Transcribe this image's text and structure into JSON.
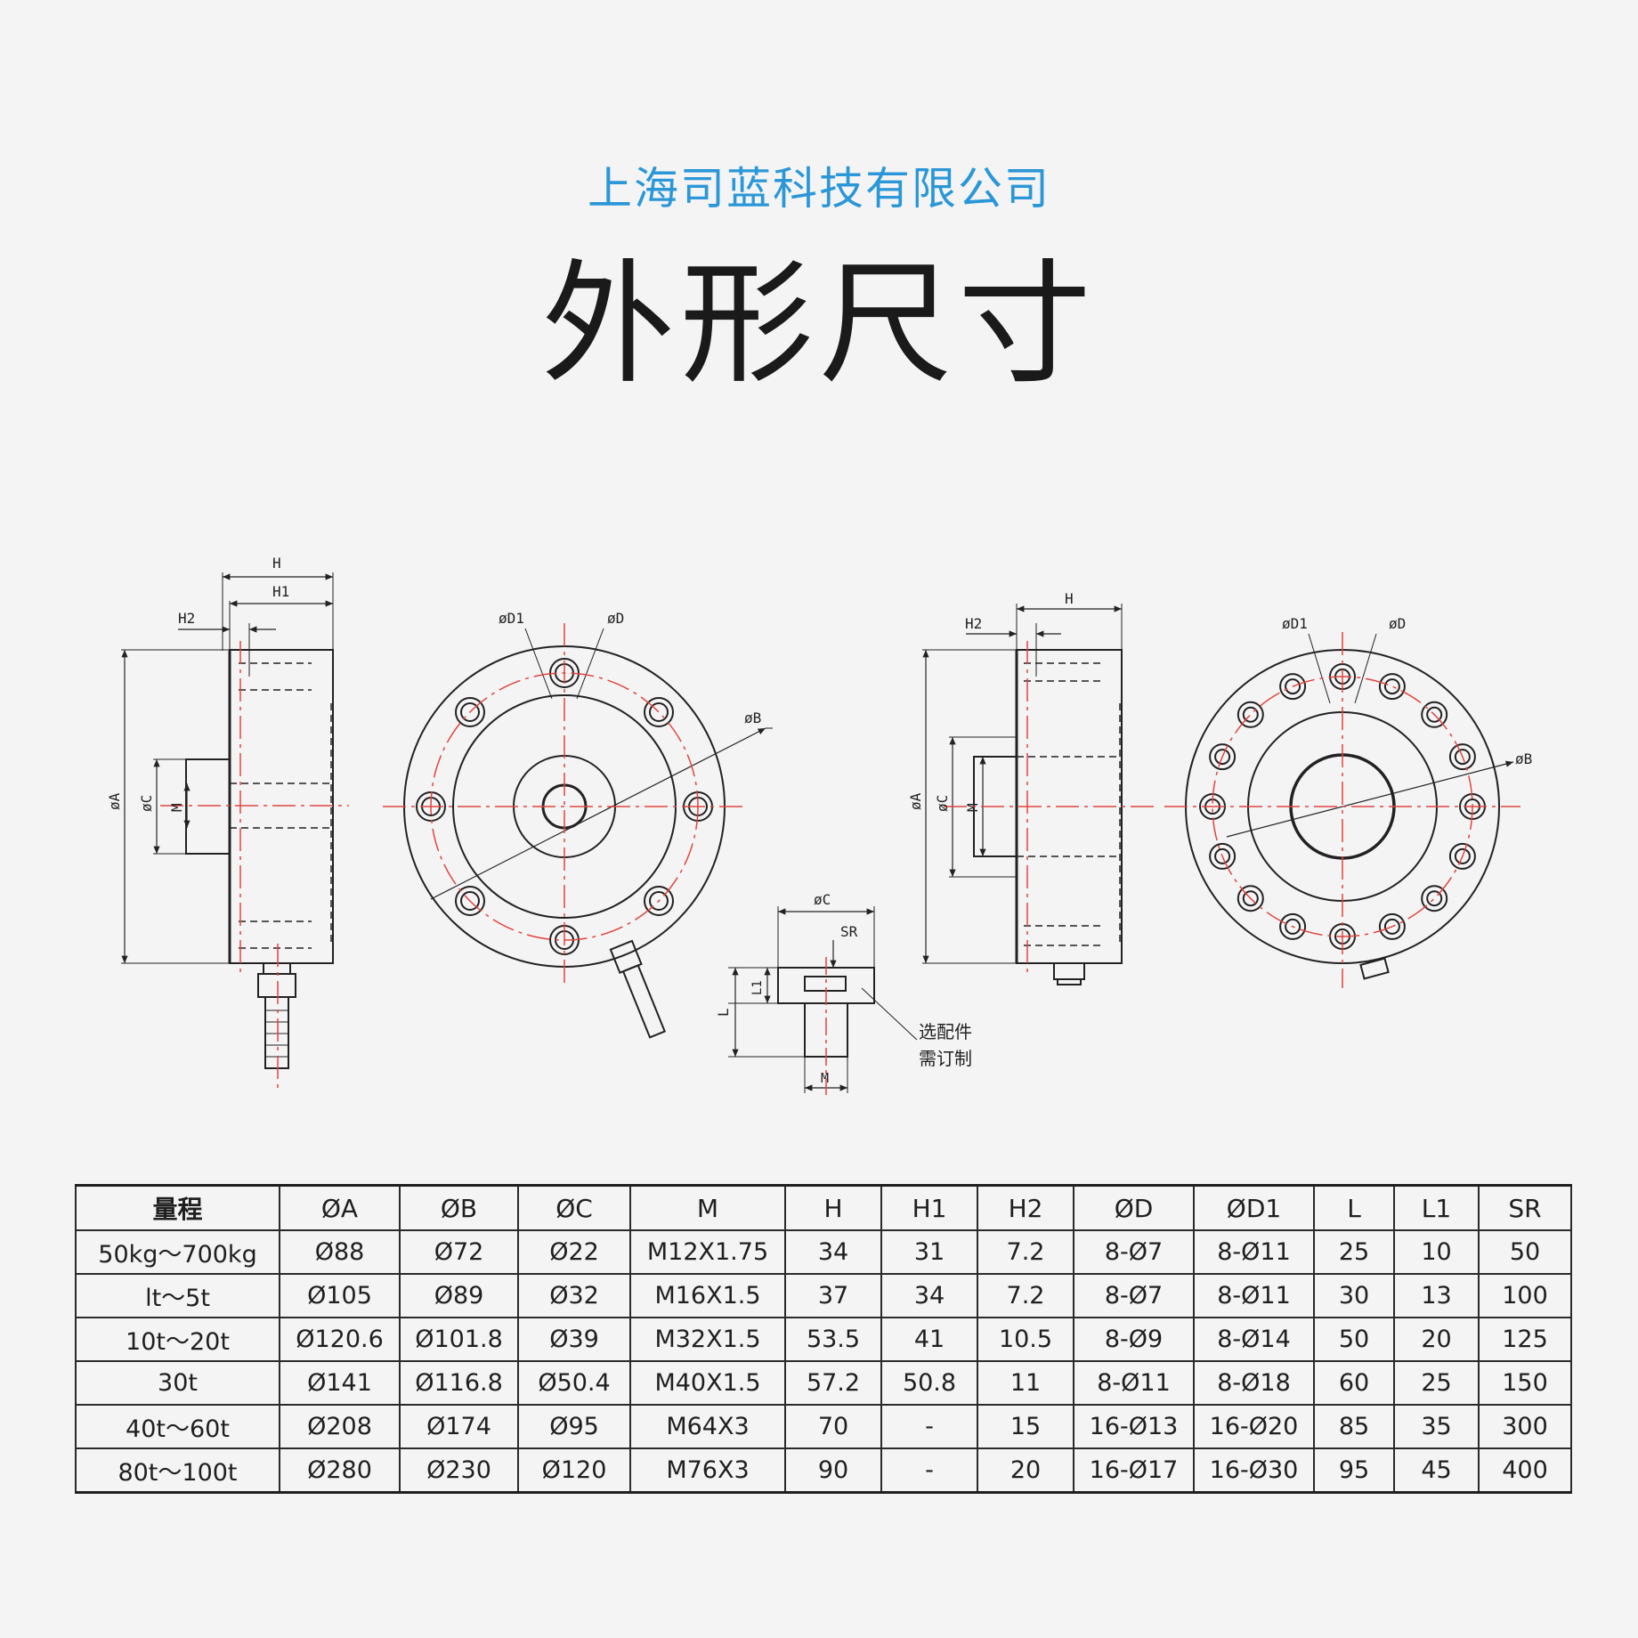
{
  "header": {
    "company": "上海司蓝科技有限公司",
    "title": "外形尺寸"
  },
  "drawing": {
    "labels": {
      "H": "H",
      "H1": "H1",
      "H2": "H2",
      "phiA": "øA",
      "phiB": "øB",
      "phiC": "øC",
      "phiD": "øD",
      "phiD1": "øD1",
      "M": "M",
      "L": "L",
      "L1": "L1",
      "SR": "SR"
    },
    "accessory_note": [
      "选配件",
      "需订制"
    ]
  },
  "table": {
    "headers": [
      "量程",
      "ØA",
      "ØB",
      "ØC",
      "M",
      "H",
      "H1",
      "H2",
      "ØD",
      "ØD1",
      "L",
      "L1",
      "SR"
    ],
    "rows": [
      [
        "50kg～700kg",
        "Ø88",
        "Ø72",
        "Ø22",
        "M12X1.75",
        "34",
        "31",
        "7.2",
        "8-Ø7",
        "8-Ø11",
        "25",
        "10",
        "50"
      ],
      [
        "lt～5t",
        "Ø105",
        "Ø89",
        "Ø32",
        "M16X1.5",
        "37",
        "34",
        "7.2",
        "8-Ø7",
        "8-Ø11",
        "30",
        "13",
        "100"
      ],
      [
        "10t～20t",
        "Ø120.6",
        "Ø101.8",
        "Ø39",
        "M32X1.5",
        "53.5",
        "41",
        "10.5",
        "8-Ø9",
        "8-Ø14",
        "50",
        "20",
        "125"
      ],
      [
        "30t",
        "Ø141",
        "Ø116.8",
        "Ø50.4",
        "M40X1.5",
        "57.2",
        "50.8",
        "11",
        "8-Ø11",
        "8-Ø18",
        "60",
        "25",
        "150"
      ],
      [
        "40t～60t",
        "Ø208",
        "Ø174",
        "Ø95",
        "M64X3",
        "70",
        "-",
        "15",
        "16-Ø13",
        "16-Ø20",
        "85",
        "35",
        "300"
      ],
      [
        "80t～100t",
        "Ø280",
        "Ø230",
        "Ø120",
        "M76X3",
        "90",
        "-",
        "20",
        "16-Ø17",
        "16-Ø30",
        "95",
        "45",
        "400"
      ]
    ]
  },
  "colors": {
    "company": "#2a97d8",
    "centerline": "#e0453f"
  }
}
